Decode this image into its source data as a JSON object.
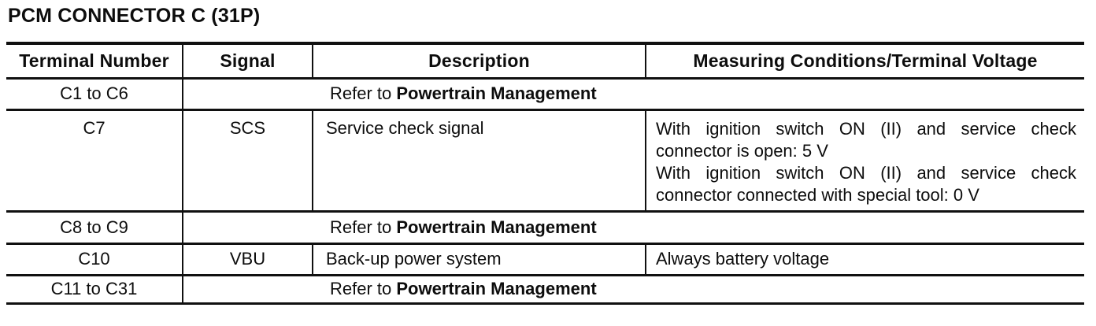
{
  "page": {
    "title": "PCM CONNECTOR C (31P)"
  },
  "table": {
    "headers": {
      "terminal": "Terminal Number",
      "signal": "Signal",
      "description": "Description",
      "measuring": "Measuring Conditions/Terminal Voltage"
    },
    "refer": {
      "prefix": "Refer to ",
      "bold": "Powertrain Management"
    },
    "rows": {
      "r1": {
        "terminal": "C1 to C6"
      },
      "c7": {
        "terminal": "C7",
        "signal": "SCS",
        "description": "Service check signal",
        "measuring_lines": [
          "With ignition switch ON (II) and service check",
          "connector is open: 5 V",
          "With ignition switch ON (II) and service check",
          "connector connected with special tool: 0 V"
        ]
      },
      "r3": {
        "terminal": "C8 to C9"
      },
      "c10": {
        "terminal": "C10",
        "signal": "VBU",
        "description": "Back-up power system",
        "measuring": "Always battery voltage"
      },
      "r5": {
        "terminal": "C11 to C31"
      }
    }
  }
}
